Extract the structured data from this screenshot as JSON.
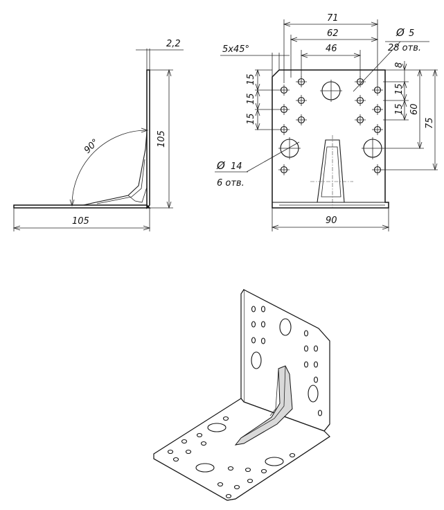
{
  "dimensions": {
    "side_thickness": "2,2",
    "side_height": "105",
    "side_width": "105",
    "angle": "90°",
    "front_width_total": "71",
    "front_width_mid": "62",
    "front_width_inner": "46",
    "chamfer": "5x45°",
    "small_hole_dia": "5",
    "small_hole_count": "28 отв.",
    "large_hole_dia": "14",
    "large_hole_count": "6 отв.",
    "top_offset": "8",
    "pitch_left_1": "15",
    "pitch_left_2": "15",
    "pitch_left_3": "15",
    "pitch_right_1": "15",
    "pitch_right_2": "15",
    "height_60": "60",
    "height_75": "75",
    "front_base_width": "90"
  },
  "symbols": {
    "diameter_glyph": "Ø"
  }
}
